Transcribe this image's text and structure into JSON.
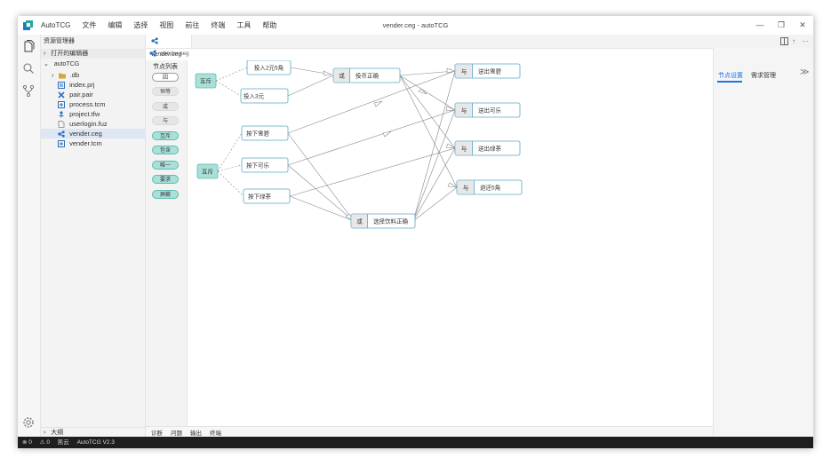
{
  "titlebar": {
    "app_name": "AutoTCG",
    "window_title": "vender.ceg - autoTCG",
    "menu": [
      "文件",
      "编辑",
      "选择",
      "视图",
      "前往",
      "终端",
      "工具",
      "帮助"
    ]
  },
  "explorer": {
    "header": "资源管理器",
    "open_editors": "打开的编辑器",
    "project": "autoTCG",
    "files": [
      {
        "name": ".db",
        "icon": "folder-icon"
      },
      {
        "name": "index.prj",
        "icon": "project-file-icon"
      },
      {
        "name": "pair.pair",
        "icon": "pair-file-icon"
      },
      {
        "name": "process.tcm",
        "icon": "tcm-file-icon"
      },
      {
        "name": "project.tfw",
        "icon": "tfw-file-icon"
      },
      {
        "name": "userlogin.fuz",
        "icon": "fuz-file-icon"
      },
      {
        "name": "vender.ceg",
        "icon": "ceg-file-icon"
      },
      {
        "name": "vender.tcm",
        "icon": "tcm-file-icon"
      }
    ],
    "outline": "大纲"
  },
  "editor": {
    "tab_label": "vender.ceg",
    "breadcrumb": "vender.ceg"
  },
  "palette": {
    "title": "节点列表",
    "buttons": [
      "因",
      "恒等",
      "或",
      "与",
      "互斥",
      "包含",
      "唯一",
      "要求",
      "屏蔽"
    ]
  },
  "graph": {
    "mutex_label": "互斥",
    "causes": [
      "投入2元5角",
      "投入3元",
      "按下雪碧",
      "按下可乐",
      "按下绿茶"
    ],
    "middle": [
      {
        "op": "或",
        "label": "投币正确"
      },
      {
        "op": "或",
        "label": "选择饮料正确"
      }
    ],
    "effects": [
      {
        "op": "与",
        "label": "送出雪碧"
      },
      {
        "op": "与",
        "label": "送出可乐"
      },
      {
        "op": "与",
        "label": "送出绿茶"
      },
      {
        "op": "与",
        "label": "退还5角"
      }
    ]
  },
  "bottom_tabs": [
    "诊断",
    "问题",
    "输出",
    "终端"
  ],
  "right_panel": {
    "tabs": [
      "节点设置",
      "需求管理"
    ],
    "collapse_glyph": "≫"
  },
  "statusbar": {
    "errors": "⊗ 0",
    "warnings": "⚠ 0",
    "brand": "凯云",
    "version": "AutoTCG  V2.3"
  },
  "colors": {
    "accent": "#1a73e8",
    "node_border": "#5aa7c8",
    "mutex_fill": "#a9e0d9",
    "statusbar": "#1e1e1e"
  }
}
